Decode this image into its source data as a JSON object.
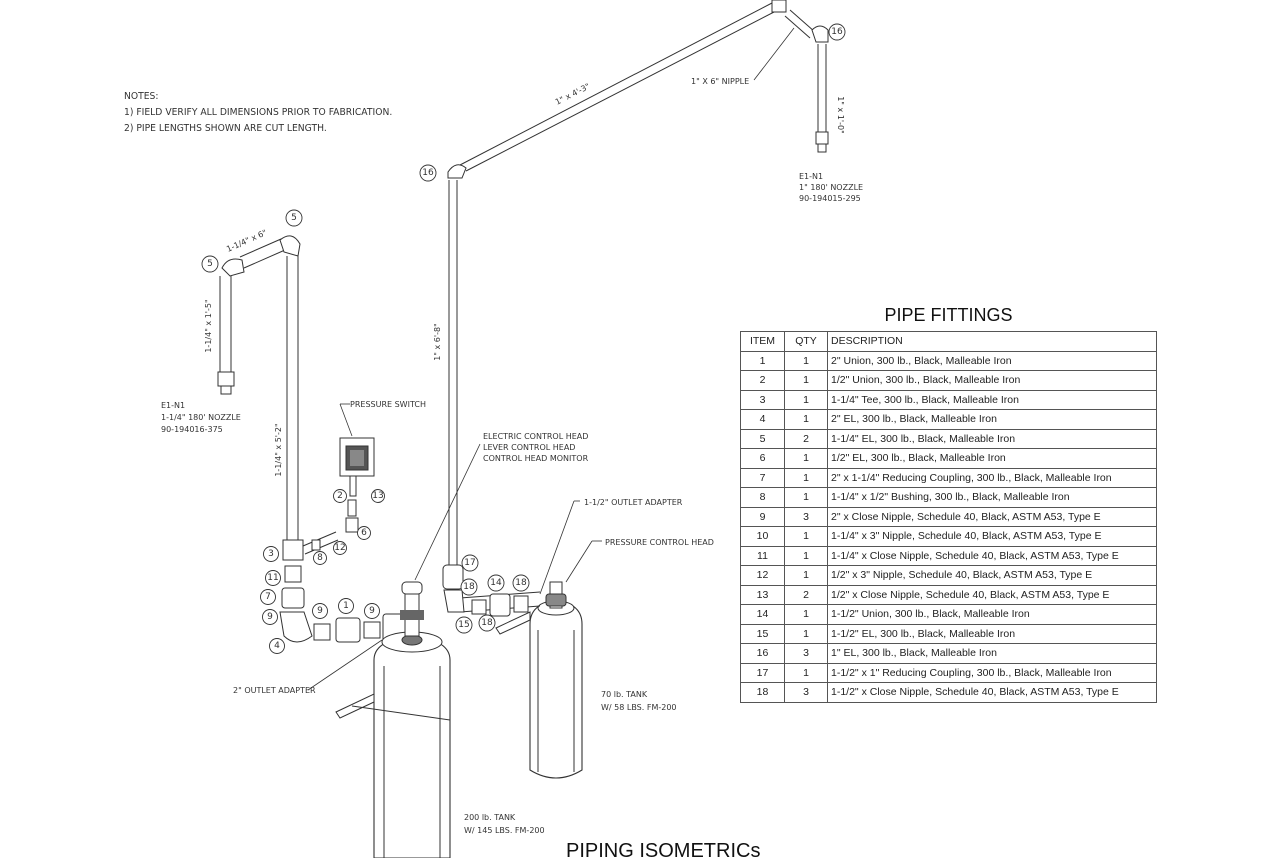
{
  "notes": {
    "heading": "NOTES:",
    "items": [
      "1)  FIELD VERIFY ALL DIMENSIONS PRIOR TO FABRICATION.",
      "2)  PIPE LENGTHS SHOWN ARE CUT LENGTH."
    ]
  },
  "labels": {
    "nipple_1x6": "1\" X 6\" NIPPLE",
    "pipe_1x4_3": "1\" x 4'-3\"",
    "pipe_1x1_0": "1\" x 1'-0\"",
    "pipe_1x6_8": "1\" x 6'-8\"",
    "pipe_114x6": "1-1/4\" x 6\"",
    "pipe_114x1_5": "1-1/4\" x 1'-5\"",
    "pipe_114x5_2": "1-1/4\" x 5'-2\"",
    "nozzle1_l1": "E1-N1",
    "nozzle1_l2": "1\" 180' NOZZLE",
    "nozzle1_l3": "90-194015-295",
    "nozzle2_l1": "E1-N1",
    "nozzle2_l2": "1-1/4\" 180' NOZZLE",
    "nozzle2_l3": "90-194016-375",
    "pressure_switch": "PRESSURE SWITCH",
    "ech_l1": "ELECTRIC CONTROL HEAD",
    "ech_l2": "LEVER CONTROL HEAD",
    "ech_l3": "CONTROL HEAD MONITOR",
    "outlet_adapter_112": "1-1/2\" OUTLET ADAPTER",
    "pressure_control_head": "PRESSURE CONTROL HEAD",
    "outlet_adapter_2": "2\" OUTLET ADAPTER",
    "tank70_l1": "70 lb. TANK",
    "tank70_l2": "W/ 58 LBS. FM-200",
    "tank200_l1": "200 lb. TANK",
    "tank200_l2": "W/ 145 LBS. FM-200"
  },
  "bubbles": [
    "16",
    "16",
    "5",
    "5",
    "2",
    "13",
    "6",
    "12",
    "8",
    "3",
    "11",
    "7",
    "9",
    "9",
    "1",
    "9",
    "4",
    "17",
    "18",
    "14",
    "18",
    "15",
    "18"
  ],
  "pipe_fittings": {
    "title": "PIPE FITTINGS",
    "headers": [
      "ITEM",
      "QTY",
      "DESCRIPTION"
    ],
    "rows": [
      [
        "1",
        "1",
        "2\" Union, 300 lb., Black, Malleable Iron"
      ],
      [
        "2",
        "1",
        "1/2\" Union,  300 lb., Black, Malleable Iron"
      ],
      [
        "3",
        "1",
        "1-1/4\" Tee, 300 lb., Black, Malleable Iron"
      ],
      [
        "4",
        "1",
        "2\" EL, 300 lb., Black, Malleable Iron"
      ],
      [
        "5",
        "2",
        "1-1/4\" EL, 300 lb., Black, Malleable Iron"
      ],
      [
        "6",
        "1",
        "1/2\" EL, 300 lb., Black, Malleable Iron"
      ],
      [
        "7",
        "1",
        "2\" x 1-1/4\" Reducing Coupling, 300 lb., Black, Malleable Iron"
      ],
      [
        "8",
        "1",
        "1-1/4\" x 1/2\" Bushing, 300 lb., Black, Malleable Iron"
      ],
      [
        "9",
        "3",
        "2\" x Close Nipple, Schedule 40, Black, ASTM A53, Type E"
      ],
      [
        "10",
        "1",
        "1-1/4\" x 3\" Nipple, Schedule 40, Black, ASTM A53, Type E"
      ],
      [
        "11",
        "1",
        "1-1/4\" x Close Nipple, Schedule 40, Black, ASTM A53, Type E"
      ],
      [
        "12",
        "1",
        "1/2\" x 3\" Nipple, Schedule 40, Black, ASTM A53, Type E"
      ],
      [
        "13",
        "2",
        "1/2\" x Close Nipple, Schedule 40, Black, ASTM A53, Type E"
      ],
      [
        "14",
        "1",
        "1-1/2\" Union, 300 lb., Black, Malleable Iron"
      ],
      [
        "15",
        "1",
        "1-1/2\" EL, 300 lb., Black, Malleable Iron"
      ],
      [
        "16",
        "3",
        "1\" EL, 300 lb., Black, Malleable Iron"
      ],
      [
        "17",
        "1",
        "1-1/2\" x 1\" Reducing Coupling, 300 lb., Black, Malleable Iron"
      ],
      [
        "18",
        "3",
        "1-1/2\" x Close Nipple, Schedule 40, Black, ASTM A53, Type E"
      ]
    ]
  },
  "drawing_title": "PIPING ISOMETRICs"
}
